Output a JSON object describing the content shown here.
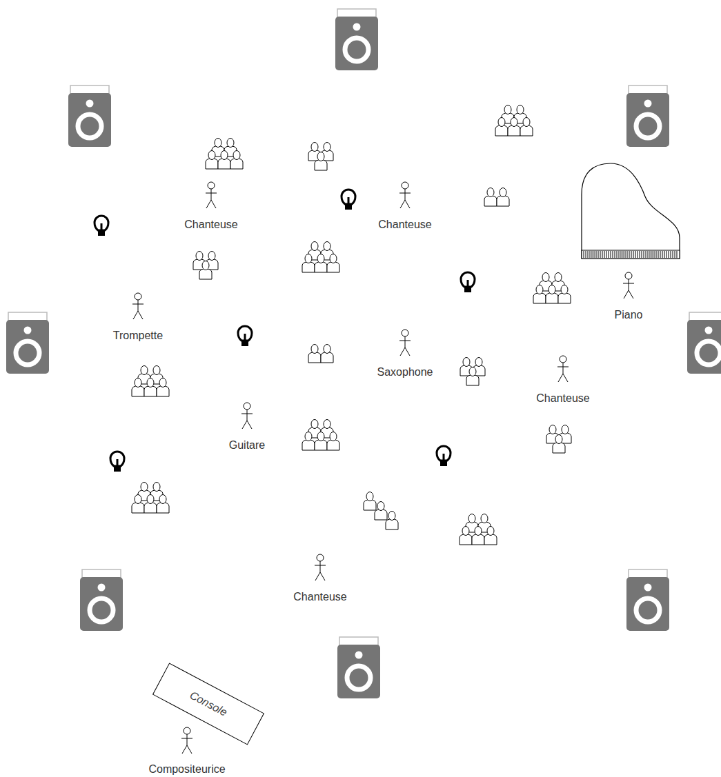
{
  "diagram": {
    "nodes": [
      {
        "text": [
          "Console"
        ]
      }
    ],
    "labels": [
      "Chanteuse",
      "Chanteuse",
      "Piano",
      "Trompette",
      "Saxophone",
      "Chanteuse",
      "Guitare",
      "Chanteuse",
      "Compositeurice"
    ]
  }
}
